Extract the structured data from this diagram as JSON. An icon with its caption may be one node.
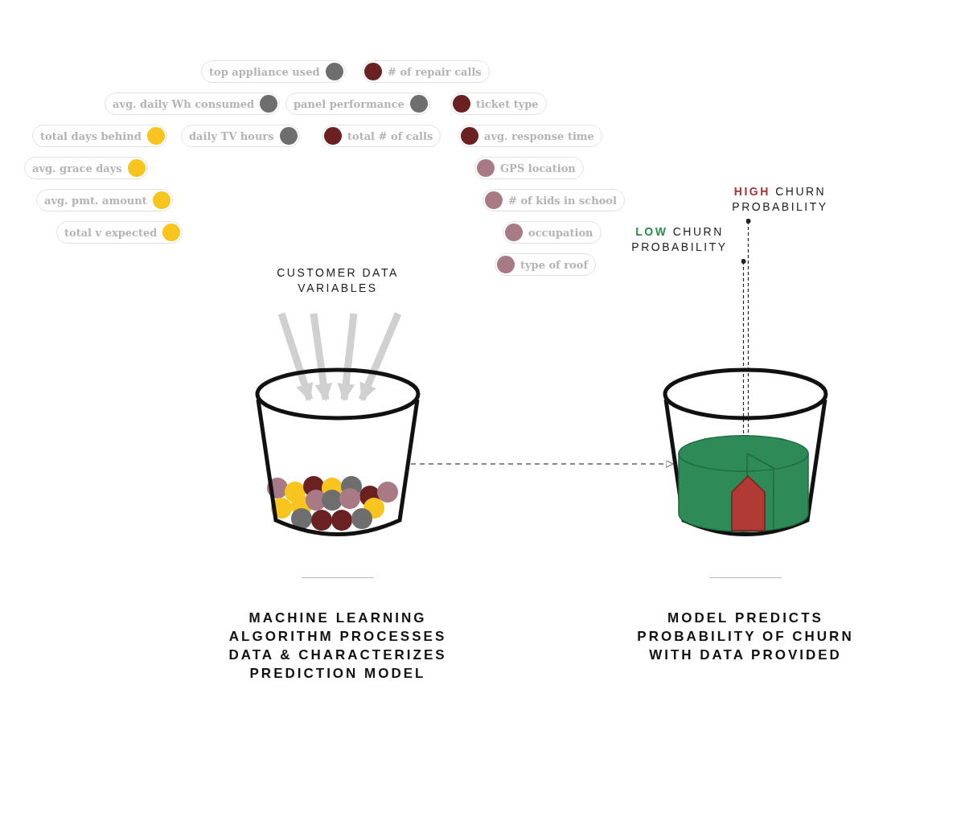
{
  "diagram": {
    "nodes": [
      {
        "text": [
          "CUSTOMER DATA VARIABLES"
        ]
      },
      {
        "text": [],
        "shape": "picture"
      },
      {
        "text": [],
        "shape": "picture"
      },
      {
        "text": [],
        "shape": "cylinder",
        "in": 2
      },
      {
        "text": [],
        "shape": "bar",
        "in": 3
      },
      {
        "text": [
          "**LOW** CHURN PROBABILITY"
        ]
      },
      {
        "text": [
          "**HIGH** CHURN PROBABILITY"
        ]
      },
      {
        "text": [
          "avg. grace days"
        ]
      },
      {
        "text": [
          "total days behind"
        ]
      },
      {
        "text": [
          "avg. pmt. amount"
        ]
      },
      {
        "text": [
          "total v expected"
        ]
      },
      {
        "text": [
          "daily TV hours"
        ]
      },
      {
        "text": [
          "avg. daily Wh consumed"
        ]
      },
      {
        "text": [
          "top appliance used"
        ]
      },
      {
        "text": [
          "panel performance"
        ]
      },
      {
        "text": [
          "total # of calls"
        ]
      },
      {
        "text": [
          "# of repair calls"
        ]
      },
      {
        "text": [
          "ticket type"
        ]
      },
      {
        "text": [
          "avg. response time"
        ]
      },
      {
        "text": [
          "GPS location"
        ]
      },
      {
        "text": [
          "# of kids in school"
        ]
      },
      {
        "text": [
          "occupation"
        ]
      },
      {
        "text": [
          "type of roof"
        ]
      }
    ],
    "edges": [
      {
        "from": 0,
        "to": 1,
        "arrow": "to",
        "color": "#d0d0d0"
      },
      {
        "from": 0,
        "to": 1,
        "arrow": "to",
        "color": "#d0d0d0"
      },
      {
        "from": 0,
        "to": 1,
        "arrow": "to",
        "color": "#d0d0d0"
      },
      {
        "from": 0,
        "to": 1,
        "arrow": "to",
        "color": "#d0d0d0"
      },
      {
        "from": 1,
        "to": 2,
        "arrow": "to",
        "style": "dashed"
      },
      {
        "from": 5,
        "to": 3,
        "arrow": "other",
        "style": "dashed",
        "color": "#222222"
      },
      {
        "from": 6,
        "to": 4,
        "arrow": "other",
        "style": "dashed",
        "color": "#222222"
      }
    ],
    "labels": [
      "MACHINE LEARNING ALGORITHM PROCESSES DATA & CHARACTERIZES PREDICTION MODEL",
      "MODEL PREDICTS PROBABILITY OF CHURN WITH DATA PROVIDED"
    ]
  }
}
